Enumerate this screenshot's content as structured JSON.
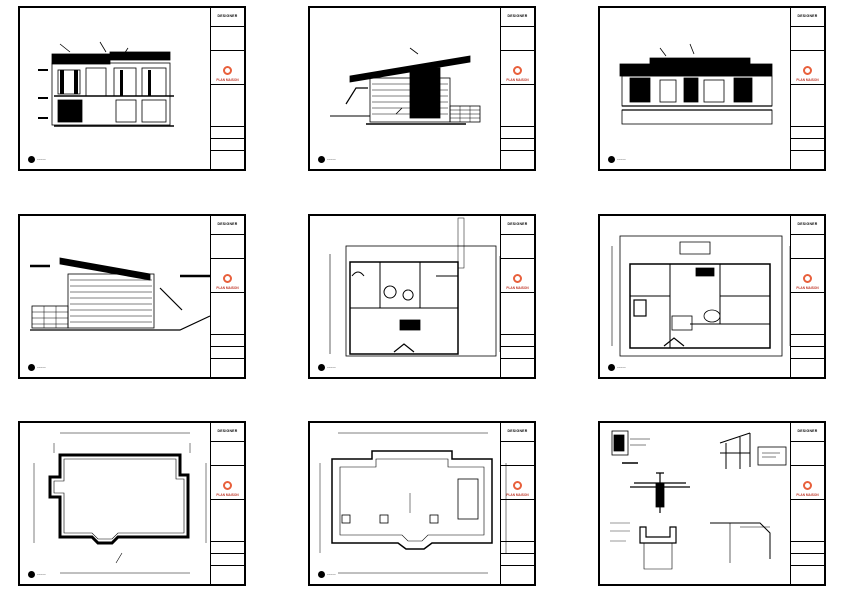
{
  "sheets": [
    {
      "id": "front-elevation"
    },
    {
      "id": "side-elevation-right"
    },
    {
      "id": "rear-elevation"
    },
    {
      "id": "side-elevation-left"
    },
    {
      "id": "lower-floor-plan"
    },
    {
      "id": "main-floor-plan"
    },
    {
      "id": "foundation-plan"
    },
    {
      "id": "roof-plan"
    },
    {
      "id": "details"
    }
  ],
  "title_block": {
    "company": "DESIGNER",
    "brand": "PLAN MAISON"
  },
  "colors": {
    "line": "#000000",
    "logo_accent": "#e8603c",
    "brand": "#c0392b"
  }
}
